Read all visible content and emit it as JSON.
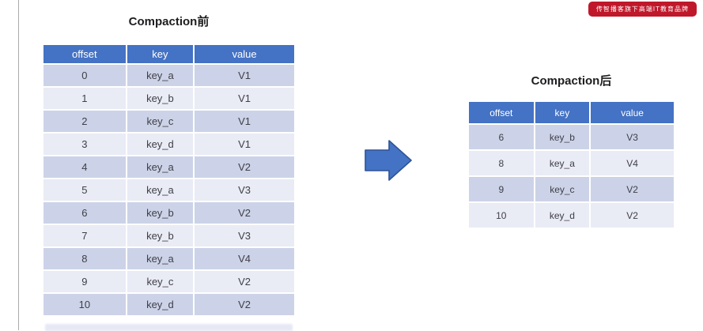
{
  "badge": {
    "text": "传智播客旗下高端IT教育品牌"
  },
  "colors": {
    "header_blue": "#4472c4",
    "band_dark": "#ccd3e8",
    "band_light": "#e9ebf5",
    "arrow_fill": "#4472c4",
    "arrow_border": "#2e5395",
    "badge_red": "#c0182b"
  },
  "before_table": {
    "title": "Compaction前",
    "headers": [
      "offset",
      "key",
      "value"
    ],
    "rows": [
      {
        "offset": "0",
        "key": "key_a",
        "value": "V1"
      },
      {
        "offset": "1",
        "key": "key_b",
        "value": "V1"
      },
      {
        "offset": "2",
        "key": "key_c",
        "value": "V1"
      },
      {
        "offset": "3",
        "key": "key_d",
        "value": "V1"
      },
      {
        "offset": "4",
        "key": "key_a",
        "value": "V2"
      },
      {
        "offset": "5",
        "key": "key_a",
        "value": "V3"
      },
      {
        "offset": "6",
        "key": "key_b",
        "value": "V2"
      },
      {
        "offset": "7",
        "key": "key_b",
        "value": "V3"
      },
      {
        "offset": "8",
        "key": "key_a",
        "value": "V4"
      },
      {
        "offset": "9",
        "key": "key_c",
        "value": "V2"
      },
      {
        "offset": "10",
        "key": "key_d",
        "value": "V2"
      }
    ]
  },
  "after_table": {
    "title": "Compaction后",
    "headers": [
      "offset",
      "key",
      "value"
    ],
    "rows": [
      {
        "offset": "6",
        "key": "key_b",
        "value": "V3"
      },
      {
        "offset": "8",
        "key": "key_a",
        "value": "V4"
      },
      {
        "offset": "9",
        "key": "key_c",
        "value": "V2"
      },
      {
        "offset": "10",
        "key": "key_d",
        "value": "V2"
      }
    ]
  }
}
